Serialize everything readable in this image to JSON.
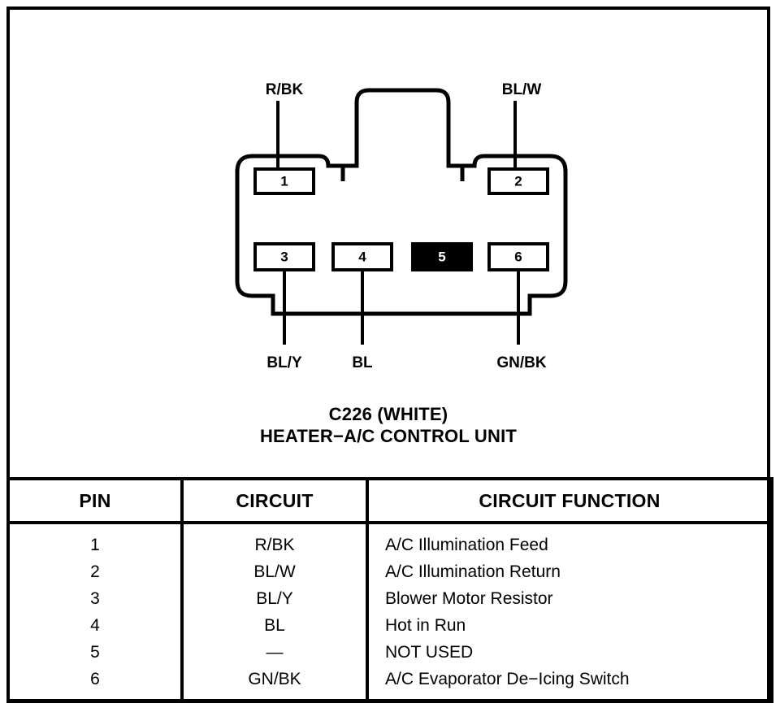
{
  "diagram": {
    "caption_line1": "C226 (WHITE)",
    "caption_line2": "HEATER−A/C CONTROL UNIT",
    "connector_color": "WHITE",
    "connector_id": "C226",
    "ink_color": "#000000",
    "background_color": "#ffffff",
    "unused_pin_fill": "#000000",
    "top_wires": [
      {
        "pin": "1",
        "label": "R/BK"
      },
      {
        "pin": "2",
        "label": "BL/W"
      }
    ],
    "bottom_wires": [
      {
        "pin": "3",
        "label": "BL/Y"
      },
      {
        "pin": "4",
        "label": "BL"
      },
      {
        "pin": "6",
        "label": "GN/BK"
      }
    ],
    "pin_cavities": [
      {
        "number": "1",
        "row": "top",
        "filled": false
      },
      {
        "number": "2",
        "row": "top",
        "filled": false
      },
      {
        "number": "3",
        "row": "bottom",
        "filled": false
      },
      {
        "number": "4",
        "row": "bottom",
        "filled": false
      },
      {
        "number": "5",
        "row": "bottom",
        "filled": true
      },
      {
        "number": "6",
        "row": "bottom",
        "filled": false
      }
    ]
  },
  "table": {
    "headers": [
      "PIN",
      "CIRCUIT",
      "CIRCUIT FUNCTION"
    ],
    "rows": [
      {
        "pin": "1",
        "circuit": "R/BK",
        "function": "A/C Illumination Feed"
      },
      {
        "pin": "2",
        "circuit": "BL/W",
        "function": "A/C Illumination Return"
      },
      {
        "pin": "3",
        "circuit": "BL/Y",
        "function": "Blower Motor Resistor"
      },
      {
        "pin": "4",
        "circuit": "BL",
        "function": "Hot in Run"
      },
      {
        "pin": "5",
        "circuit": "—",
        "function": "NOT USED"
      },
      {
        "pin": "6",
        "circuit": "GN/BK",
        "function": "A/C Evaporator De−Icing Switch"
      }
    ]
  }
}
